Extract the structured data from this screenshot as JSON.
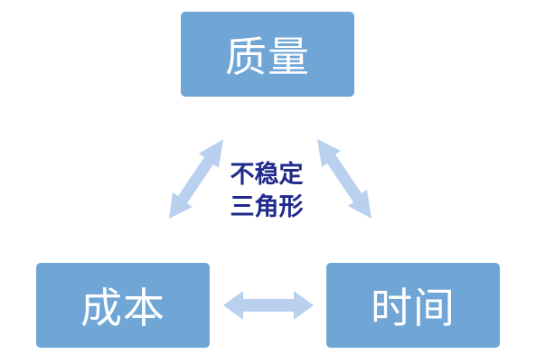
{
  "nodes": {
    "quality": "质量",
    "cost": "成本",
    "time": "时间"
  },
  "center_label": {
    "line1": "不稳定",
    "line2": "三角形"
  },
  "colors": {
    "node_fill": "#6fa6d6",
    "node_text": "#ffffff",
    "arrow_fill": "#b9d1ee",
    "label_text": "#1f2a8a"
  }
}
